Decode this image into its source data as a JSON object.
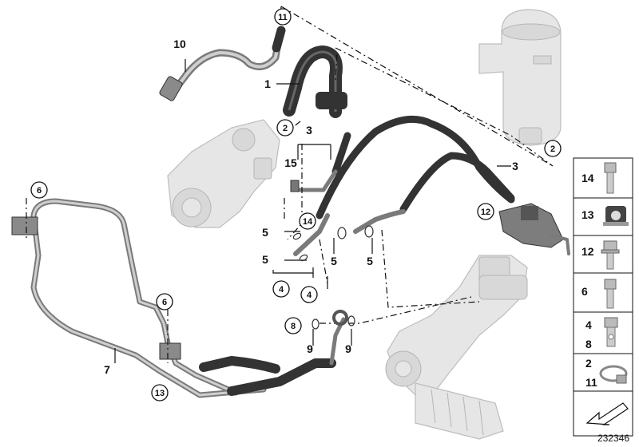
{
  "diagram": {
    "id": "232346",
    "callouts": [
      {
        "key": "c1",
        "text": "1",
        "circled": false
      },
      {
        "key": "c2a",
        "text": "2",
        "circled": true
      },
      {
        "key": "c2b",
        "text": "2",
        "circled": true
      },
      {
        "key": "c3a",
        "text": "3",
        "circled": false
      },
      {
        "key": "c3b",
        "text": "3",
        "circled": false
      },
      {
        "key": "c4a",
        "text": "4",
        "circled": true
      },
      {
        "key": "c4b",
        "text": "4",
        "circled": true
      },
      {
        "key": "c5a",
        "text": "5",
        "circled": false
      },
      {
        "key": "c5b",
        "text": "5",
        "circled": false
      },
      {
        "key": "c5c",
        "text": "5",
        "circled": false
      },
      {
        "key": "c5d",
        "text": "5",
        "circled": false
      },
      {
        "key": "c6a",
        "text": "6",
        "circled": true
      },
      {
        "key": "c6b",
        "text": "6",
        "circled": true
      },
      {
        "key": "c7",
        "text": "7",
        "circled": false
      },
      {
        "key": "c8",
        "text": "8",
        "circled": true
      },
      {
        "key": "c9a",
        "text": "9",
        "circled": false
      },
      {
        "key": "c9b",
        "text": "9",
        "circled": false
      },
      {
        "key": "c10",
        "text": "10",
        "circled": false
      },
      {
        "key": "c11",
        "text": "11",
        "circled": true
      },
      {
        "key": "c12",
        "text": "12",
        "circled": true
      },
      {
        "key": "c13",
        "text": "13",
        "circled": true
      },
      {
        "key": "c14",
        "text": "14",
        "circled": true
      },
      {
        "key": "c15",
        "text": "15",
        "circled": false
      }
    ],
    "legend": [
      {
        "key": "l14",
        "labels": [
          "14"
        ],
        "icon": "bolt-icon"
      },
      {
        "key": "l13",
        "labels": [
          "13"
        ],
        "icon": "rubber-mount-icon"
      },
      {
        "key": "l12",
        "labels": [
          "12"
        ],
        "icon": "flange-bolt-icon"
      },
      {
        "key": "l6",
        "labels": [
          "6"
        ],
        "icon": "hex-bolt-icon"
      },
      {
        "key": "l48",
        "labels": [
          "4",
          "8"
        ],
        "icon": "banjo-bolt-icon"
      },
      {
        "key": "l211",
        "labels": [
          "2",
          "11"
        ],
        "icon": "hose-clamp-icon"
      },
      {
        "key": "lnav",
        "labels": [],
        "icon": "arrow-down-left-icon"
      }
    ]
  }
}
